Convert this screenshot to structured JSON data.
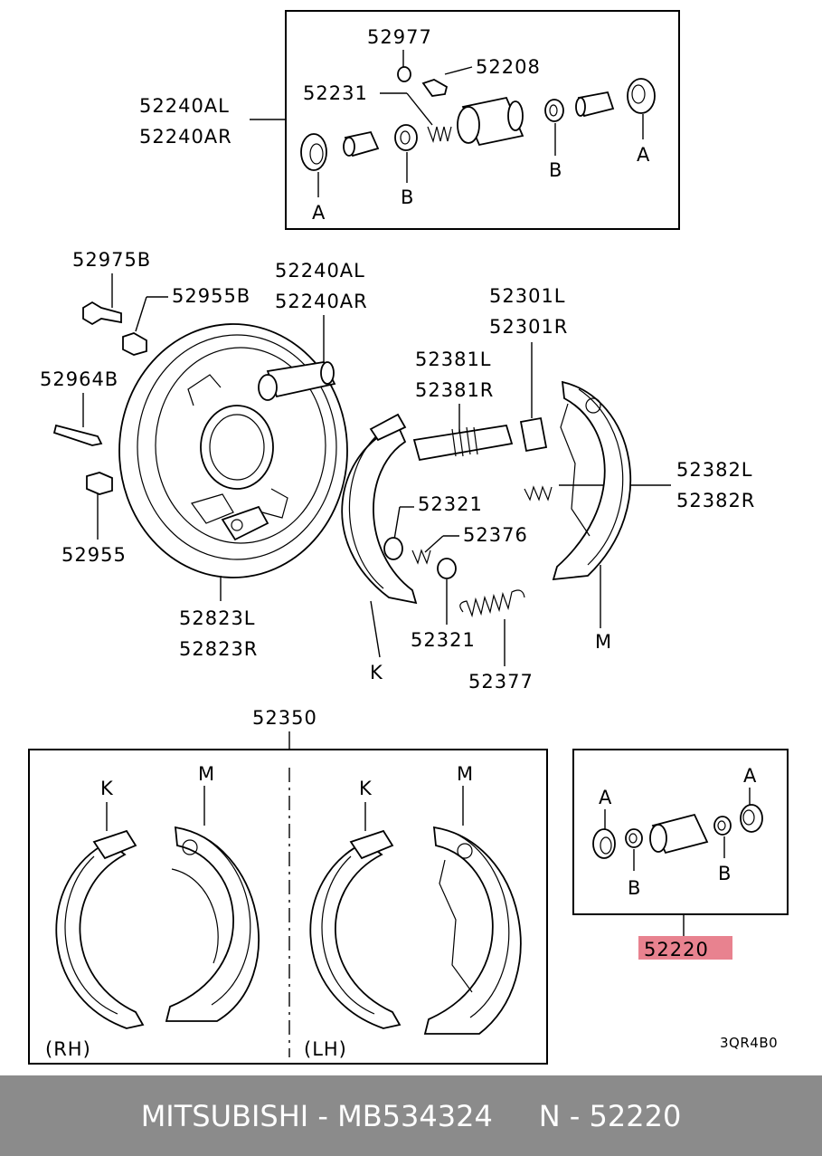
{
  "labels": {
    "top_52977": "52977",
    "top_52208": "52208",
    "top_52231": "52231",
    "top_52240AL": "52240AL",
    "top_52240AR": "52240AR",
    "top_A_left": "A",
    "top_B_left": "B",
    "top_B_right": "B",
    "top_A_right": "A",
    "p52975B": "52975B",
    "p52955B": "52955B",
    "p52240AL": "52240AL",
    "p52240AR": "52240AR",
    "p52964B": "52964B",
    "p52955": "52955",
    "p52823L": "52823L",
    "p52823R": "52823R",
    "p52301L": "52301L",
    "p52301R": "52301R",
    "p52381L": "52381L",
    "p52381R": "52381R",
    "p52382L": "52382L",
    "p52382R": "52382R",
    "p52321_a": "52321",
    "p52376": "52376",
    "p52321_b": "52321",
    "p52377": "52377",
    "pK": "K",
    "pM": "M",
    "p52350": "52350",
    "rh_K": "K",
    "rh_M": "M",
    "lh_K": "K",
    "lh_M": "M",
    "rh": "(RH)",
    "lh": "(LH)",
    "kit_A_left": "A",
    "kit_A_right": "A",
    "kit_B_left": "B",
    "kit_B_right": "B",
    "p52220": "52220",
    "code": "3QR4B0"
  },
  "highlight_color": "#e8828f",
  "footer": {
    "text": "MITSUBISHI - MB534324     N - 52220"
  }
}
